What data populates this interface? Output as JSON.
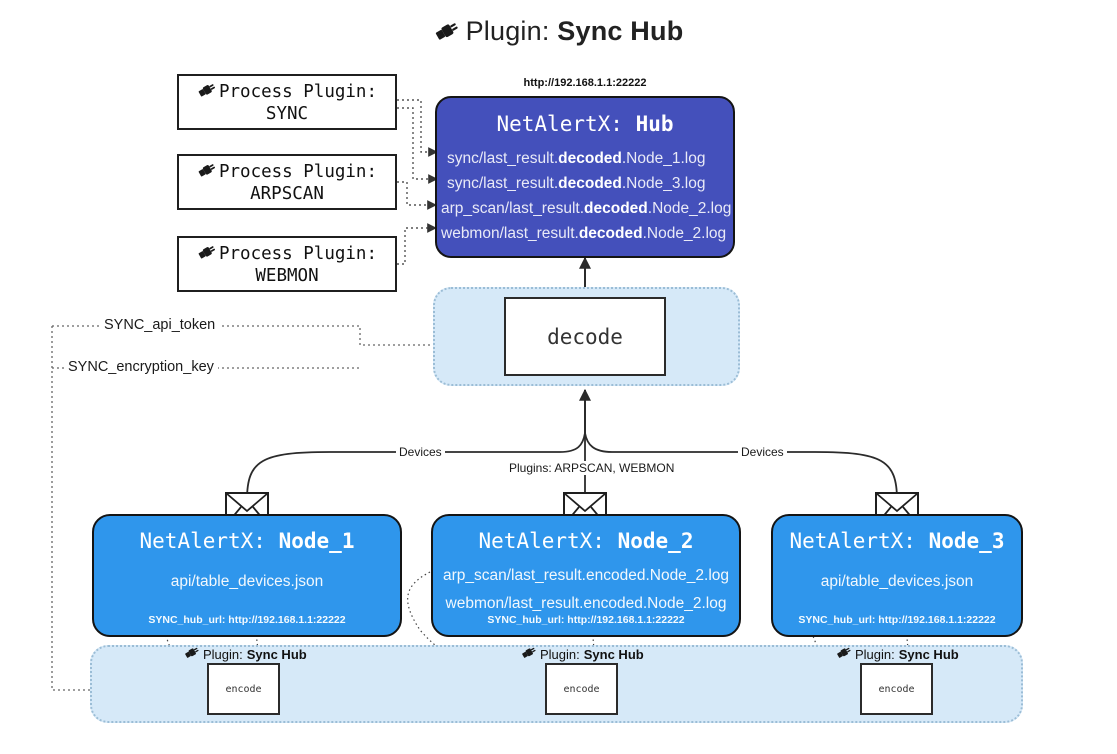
{
  "header": {
    "icon": "plug-icon",
    "label": "Plugin:",
    "value": "Sync Hub"
  },
  "process_plugins": [
    {
      "icon": "plug-icon",
      "label": "Process Plugin:",
      "name": "SYNC"
    },
    {
      "icon": "plug-icon",
      "label": "Process Plugin:",
      "name": "ARPSCAN"
    },
    {
      "icon": "plug-icon",
      "label": "Process Plugin:",
      "name": "WEBMON"
    }
  ],
  "hub": {
    "url": "http://192.168.1.1:22222",
    "title_label": "NetAlertX:",
    "title_value": "Hub",
    "lines": [
      {
        "pre": "sync/last_result.",
        "strong": "decoded",
        "post": ".Node_1.log"
      },
      {
        "pre": "sync/last_result.",
        "strong": "decoded",
        "post": ".Node_3.log"
      },
      {
        "pre": "arp_scan/last_result.",
        "strong": "decoded",
        "post": ".Node_2.log"
      },
      {
        "pre": "webmon/last_result.",
        "strong": "decoded",
        "post": ".Node_2.log"
      }
    ]
  },
  "decode": {
    "label": "decode"
  },
  "secrets": [
    {
      "label": "SYNC_api_token"
    },
    {
      "label": "SYNC_encryption_key"
    }
  ],
  "edge_labels": {
    "devices_left": "Devices",
    "devices_right": "Devices",
    "plugins_center": "Plugins: ARPSCAN, WEBMON"
  },
  "nodes": [
    {
      "title_label": "NetAlertX:",
      "title_value": "Node_1",
      "lines": [
        "api/table_devices.json"
      ],
      "footer": "SYNC_hub_url: http://192.168.1.1:22222",
      "mail_icon": "envelope-icon"
    },
    {
      "title_label": "NetAlertX:",
      "title_value": "Node_2",
      "lines": [
        "arp_scan/last_result.encoded.Node_2.log",
        "webmon/last_result.encoded.Node_2.log"
      ],
      "footer": "SYNC_hub_url: http://192.168.1.1:22222",
      "mail_icon": "envelope-icon"
    },
    {
      "title_label": "NetAlertX:",
      "title_value": "Node_3",
      "lines": [
        "api/table_devices.json"
      ],
      "footer": "SYNC_hub_url: http://192.168.1.1:22222",
      "mail_icon": "envelope-icon"
    }
  ],
  "node_plugins": [
    {
      "icon": "plug-icon",
      "label": "Plugin:",
      "value": "Sync Hub",
      "box": "encode"
    },
    {
      "icon": "plug-icon",
      "label": "Plugin:",
      "value": "Sync Hub",
      "box": "encode"
    },
    {
      "icon": "plug-icon",
      "label": "Plugin:",
      "value": "Sync Hub",
      "box": "encode"
    }
  ],
  "colors": {
    "hub_fill": "#4450bb",
    "node_fill": "#2f96ec",
    "container_fill": "#d6e9f8",
    "container_border": "#9bbdd6",
    "stroke": "#1f1f1f"
  }
}
